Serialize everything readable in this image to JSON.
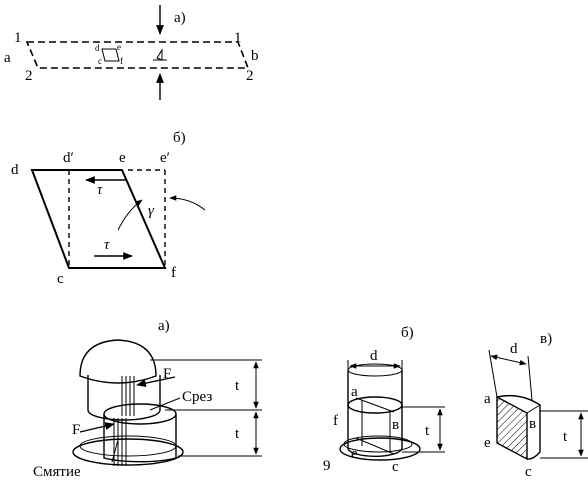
{
  "fig1": {
    "tag": "а)",
    "left_label": "а",
    "right_label": "b",
    "corner_1_left": "1",
    "corner_2_left": "2",
    "corner_1_right": "1",
    "corner_2_right": "2",
    "elem_d": "d",
    "elem_e": "e",
    "elem_c": "c",
    "elem_f": "f"
  },
  "fig2": {
    "tag": "б)",
    "d": "d",
    "d_prime": "d′",
    "e": "e",
    "e_prime": "e′",
    "c": "c",
    "f": "f",
    "tau_top": "τ",
    "tau_bottom": "τ",
    "gamma": "γ"
  },
  "rivet": {
    "tag": "а)",
    "force_top": "F",
    "force_bottom": "F",
    "shear_label": "Срез",
    "bearing_label": "Смятие",
    "t_top": "t",
    "t_bottom": "t"
  },
  "cyl": {
    "tag": "б)",
    "d": "d",
    "a": "a",
    "f": "f",
    "b": "в",
    "e": "e",
    "c": "c",
    "g": "9",
    "t": "t"
  },
  "half": {
    "tag": "в)",
    "d": "d",
    "a": "a",
    "b": "в",
    "e": "e",
    "c": "c",
    "t": "t"
  }
}
